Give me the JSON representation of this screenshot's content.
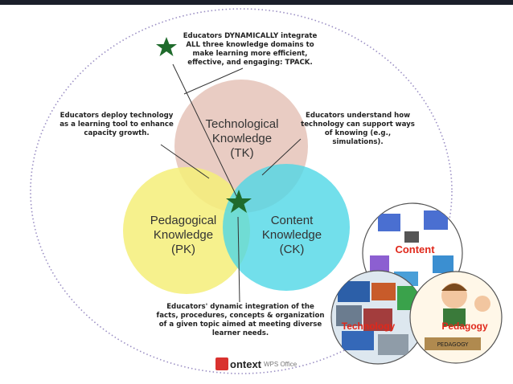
{
  "notes": {
    "top": "Educators DYNAMICALLY integrate ALL three knowledge domains to make learning more efficient, effective, and engaging: TPACK.",
    "left": "Educators deploy technology as a learning tool to enhance capacity growth.",
    "right": "Educators understand how technology can support ways of knowing (e.g., simulations).",
    "bottom": "Educators' dynamic integration of the facts, procedures, concepts & organization of a given topic aimed at meeting diverse learner needs."
  },
  "circles": {
    "tk": {
      "line1": "Technological",
      "line2": "Knowledge",
      "line3": "(TK)",
      "color": "#e8c9c0"
    },
    "pk": {
      "line1": "Pedagogical",
      "line2": "Knowledge",
      "line3": "(PK)",
      "color": "#f5ef79"
    },
    "ck": {
      "line1": "Content",
      "line2": "Knowledge",
      "line3": "(CK)",
      "color": "#4fd7e6"
    }
  },
  "illustration": {
    "content": "Content",
    "technology": "Technology",
    "pedagogy": "Pedagogy",
    "pedagogy_sign": "PEDAGOGY"
  },
  "watermark": {
    "brand": "ontext",
    "product": "WPS Office"
  },
  "colors": {
    "star": "#1f6b2c",
    "ring": "#9b8fc4",
    "label_red": "#e0281b"
  }
}
